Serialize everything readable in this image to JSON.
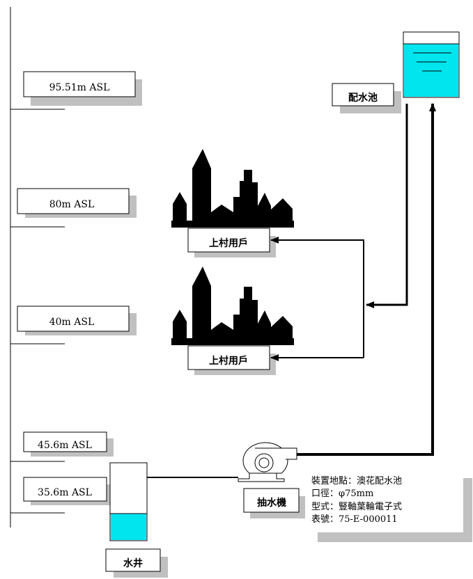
{
  "elevations": {
    "e1": "95.51m ASL",
    "e2": "80m ASL",
    "e3": "40m ASL",
    "e4": "45.6m ASL",
    "e5": "35.6m ASL"
  },
  "reservoir_label": "配水池",
  "village_upper_label": "上村用戶",
  "village_lower_label": "上村用戶",
  "pump_label": "抽水機",
  "well_label": "水井",
  "pump_info": {
    "line1": "裝置地點：澳花配水池",
    "line2": "口徑：φ75mm",
    "line3": "型式：豎軸葉輪電子式",
    "line4": "表號：75-E-000011"
  },
  "colors": {
    "water": "#00e5ee",
    "shadow": "#c0c0c0",
    "line": "#000000"
  }
}
